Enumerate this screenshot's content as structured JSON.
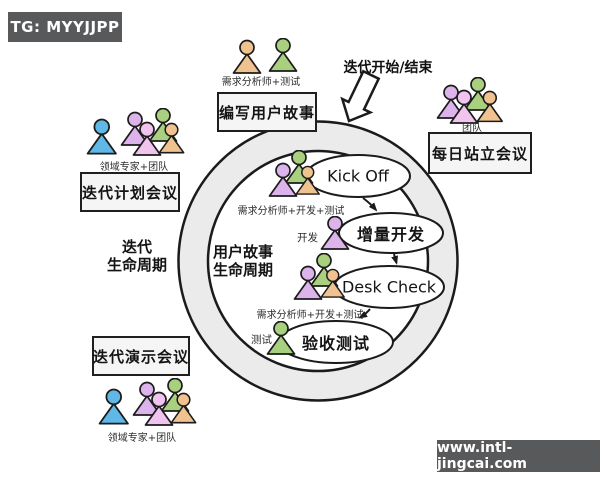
{
  "badge_text": "TG: MYYJJPP",
  "watermark_text": "www.intl-jingcai.com",
  "palette": {
    "blue": "#5fb8e6",
    "purple": "#dcb3ea",
    "pink": "#f0c4ee",
    "green": "#a8d07e",
    "orange": "#f0c28f",
    "outline": "#1b1b1b",
    "ring_fill": "#ebebeb",
    "box_fill": "#f5f5f5",
    "bar_bg": "#58595b"
  },
  "labels": {
    "iteration_start_end": "迭代开始/结束",
    "iteration_lifecycle_1": "迭代",
    "iteration_lifecycle_2": "生命周期",
    "story_lifecycle_1": "用户故事",
    "story_lifecycle_2": "生命周期"
  },
  "boxes": {
    "write_story": "编写用户故事",
    "daily_standup": "每日站立会议",
    "iteration_planning": "迭代计划会议",
    "iteration_demo": "迭代演示会议"
  },
  "steps": {
    "kickoff": "Kick Off",
    "incremental_dev": "增量开发",
    "desk_check": "Desk Check",
    "acceptance_test": "验收测试"
  },
  "people": {
    "analysts_test": {
      "arrangement": "pair",
      "colors": [
        "orange",
        "green"
      ],
      "label": "需求分析师+测试"
    },
    "team": {
      "arrangement": "quad",
      "colors": [
        "purple",
        "green",
        "pink",
        "orange"
      ],
      "label": "团队"
    },
    "domain_experts_top": {
      "arrangement": "quint",
      "colors": [
        "purple",
        "green",
        "blue",
        "pink",
        "orange"
      ],
      "label": "领域专家+团队"
    },
    "domain_experts_bottom": {
      "arrangement": "quint",
      "colors": [
        "purple",
        "green",
        "blue",
        "pink",
        "orange"
      ],
      "label": "领域专家+团队"
    },
    "kickoff_roles": {
      "arrangement": "trio",
      "colors": [
        "green",
        "purple",
        "orange"
      ],
      "label": "需求分析师+开发+测试"
    },
    "developer": {
      "arrangement": "solo",
      "colors": [
        "purple"
      ],
      "label": "开发"
    },
    "desk_check_roles": {
      "arrangement": "trio",
      "colors": [
        "green",
        "purple",
        "orange"
      ],
      "label": "需求分析师+开发+测试"
    },
    "tester": {
      "arrangement": "solo",
      "colors": [
        "green"
      ],
      "label": "测试"
    }
  }
}
